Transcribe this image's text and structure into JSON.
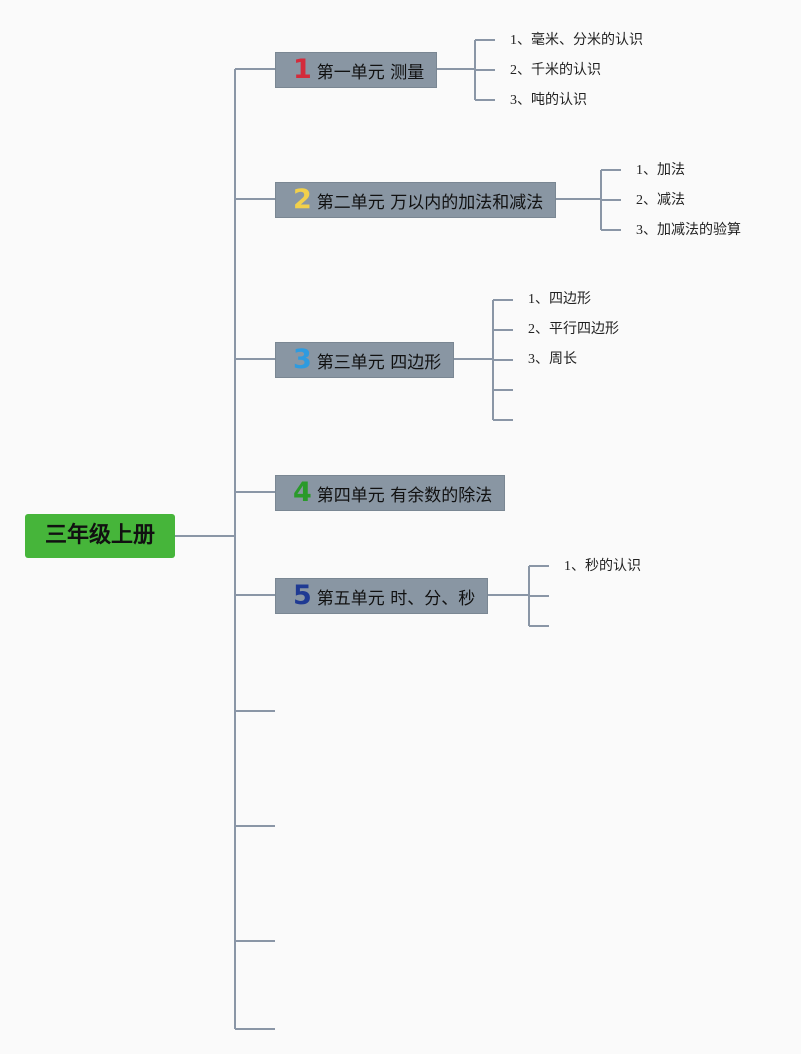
{
  "root": {
    "label": "三年级上册"
  },
  "units": [
    {
      "number": "1",
      "number_color": "#d42b3b",
      "title": "第一单元 测量",
      "items": [
        "1、毫米、分米的认识",
        "2、千米的认识",
        "3、吨的认识"
      ]
    },
    {
      "number": "2",
      "number_color": "#f2d04b",
      "title": "第二单元 万以内的加法和减法",
      "items": [
        "1、加法",
        "2、减法",
        "3、加减法的验算"
      ]
    },
    {
      "number": "3",
      "number_color": "#2e9be0",
      "title": "第三单元 四边形",
      "items": [
        "1、四边形",
        "2、平行四边形",
        "3、周长",
        "",
        ""
      ]
    },
    {
      "number": "4",
      "number_color": "#2a9a2a",
      "title": "第四单元 有余数的除法",
      "items": []
    },
    {
      "number": "5",
      "number_color": "#1f3a93",
      "title": "第五单元 时、分、秒",
      "items": [
        "1、秒的认识",
        "",
        ""
      ]
    }
  ],
  "colors": {
    "line": "#8a96a6",
    "root_fill": "#46b53a",
    "unit_fill": "#8996a3"
  }
}
